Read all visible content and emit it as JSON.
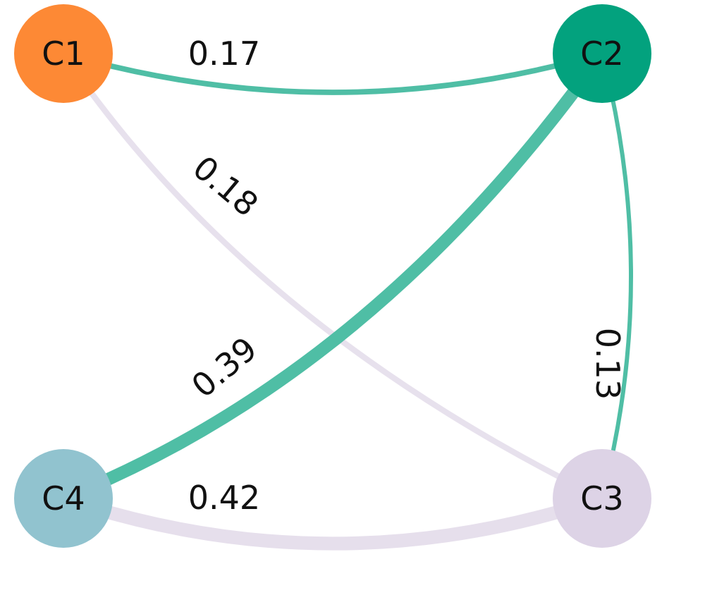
{
  "diagram": {
    "type": "network",
    "nodes": [
      {
        "id": "C1",
        "label": "C1",
        "color": "#FD8935"
      },
      {
        "id": "C2",
        "label": "C2",
        "color": "#03A27E"
      },
      {
        "id": "C3",
        "label": "C3",
        "color": "#DDD3E6"
      },
      {
        "id": "C4",
        "label": "C4",
        "color": "#91C3CF"
      }
    ],
    "edges": [
      {
        "id": "C1-C2",
        "from": "C1",
        "to": "C2",
        "weight": 0.17,
        "label": "0.17",
        "color": "#4FBEA5"
      },
      {
        "id": "C1-C3",
        "from": "C1",
        "to": "C3",
        "weight": 0.18,
        "label": "0.18",
        "color": "#E6DFEC"
      },
      {
        "id": "C2-C4",
        "from": "C2",
        "to": "C4",
        "weight": 0.39,
        "label": "0.39",
        "color": "#4FBEA5"
      },
      {
        "id": "C2-C3",
        "from": "C2",
        "to": "C3",
        "weight": 0.13,
        "label": "0.13",
        "color": "#4FBEA5"
      },
      {
        "id": "C4-C3",
        "from": "C4",
        "to": "C3",
        "weight": 0.42,
        "label": "0.42",
        "color": "#E6DFEC"
      }
    ]
  }
}
